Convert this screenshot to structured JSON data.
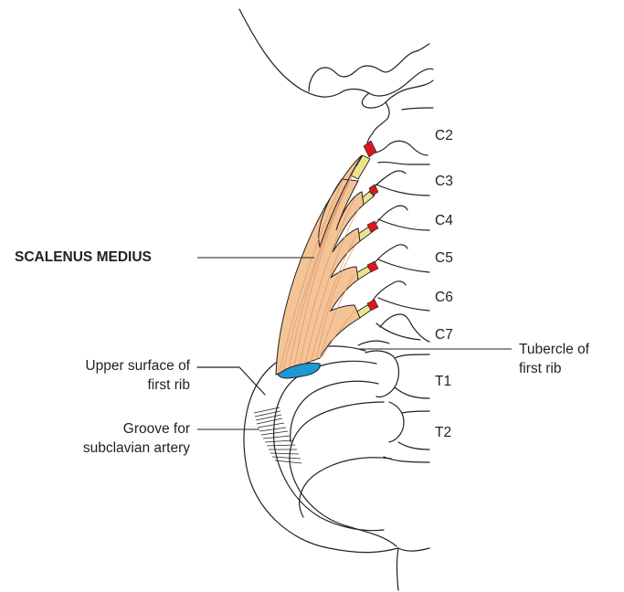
{
  "labels": {
    "muscle": "SCALENUS MEDIUS",
    "upper_surface_line1": "Upper surface of",
    "upper_surface_line2": "first rib",
    "groove_line1": "Groove for",
    "groove_line2": "subclavian artery",
    "tubercle_line1": "Tubercle of",
    "tubercle_line2": "first rib"
  },
  "vertebrae": [
    "C2",
    "C3",
    "C4",
    "C5",
    "C6",
    "C7",
    "T1",
    "T2"
  ],
  "colors": {
    "muscle": "#f4c497",
    "muscle_fibres": "#d9956a",
    "tendon": "#ece58c",
    "origin": "#d7191f",
    "insertion": "#1d9ad6",
    "outline": "#231f20"
  }
}
